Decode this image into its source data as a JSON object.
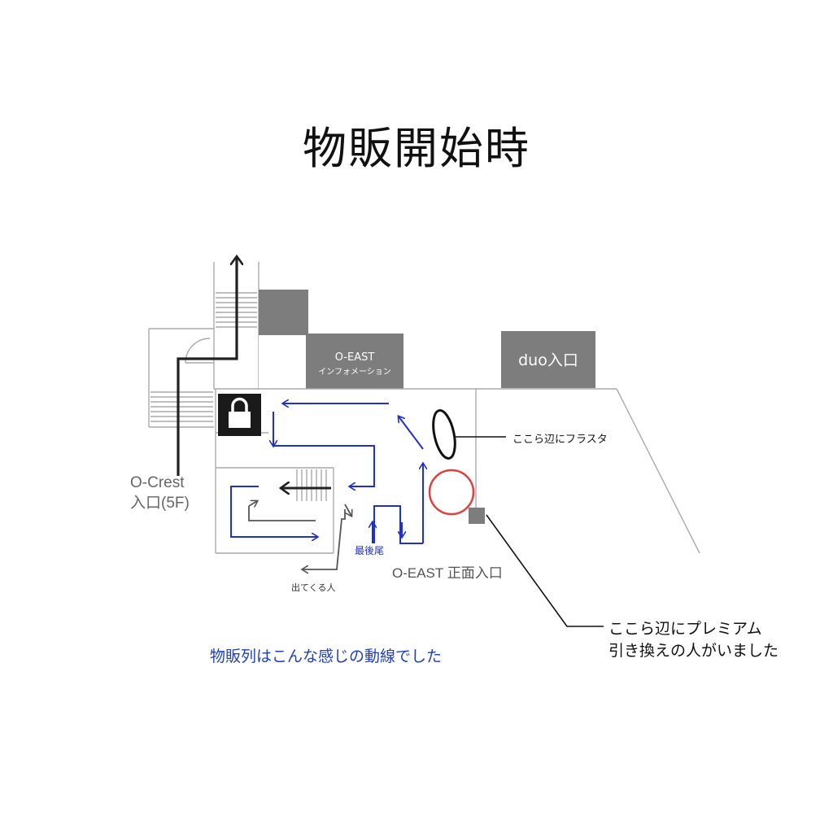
{
  "title": "物販開始時",
  "rooms": {
    "oeast_info_line1": "O-EAST",
    "oeast_info_line2": "インフォメーション",
    "duo_entrance": "duo入口"
  },
  "labels": {
    "ocrest_line1": "O-Crest",
    "ocrest_line2": "入口(5F)",
    "last_in_line": "最後尾",
    "people_exiting": "出てくる人",
    "oeast_main_entrance": "O-EAST 正面入口"
  },
  "annotations": {
    "flower_stand": "ここら辺にフラスタ",
    "premium_line1": "ここら辺にプレミアム",
    "premium_line2": "引き換えの人がいました"
  },
  "caption": "物販列はこんな感じの動線でした",
  "colors": {
    "queue_route": "#1f2fd0",
    "exit_route": "#555555",
    "premium_marker": "#e04040",
    "caption": "#1f3fbf",
    "block_dark": "#7d7d7d"
  }
}
